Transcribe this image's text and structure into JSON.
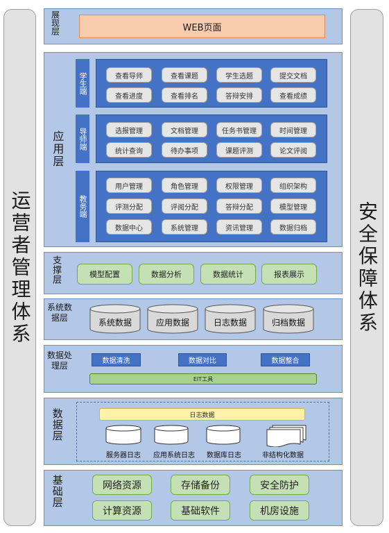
{
  "left_pillar": "运营者管理体系",
  "right_pillar": "安全保障体系",
  "presentation": {
    "label": "展现层",
    "web": "WEB页面"
  },
  "application": {
    "label": "应用层",
    "student": {
      "tag": "学生端",
      "items": [
        "查看导师",
        "查看课题",
        "学生选题",
        "提交文档",
        "查看进度",
        "查看排名",
        "答辩安排",
        "查看成绩"
      ]
    },
    "teacher": {
      "tag": "导师端",
      "items": [
        "选报管理",
        "文档管理",
        "任务书管理",
        "时间管理",
        "统计查询",
        "待办事项",
        "课题评测",
        "论文评阅"
      ]
    },
    "admin": {
      "tag": "教务端",
      "items": [
        "用户管理",
        "角色管理",
        "权限管理",
        "组织架构",
        "评测分配",
        "评阅分配",
        "答辩分配",
        "模型管理",
        "数据中心",
        "系统管理",
        "资讯管理",
        "数据归档"
      ]
    }
  },
  "support": {
    "label": "支撑层",
    "items": [
      "模型配置",
      "数据分析",
      "数据统计",
      "报表展示"
    ]
  },
  "system_data": {
    "label": "系统数据层",
    "items": [
      "系统数据",
      "应用数据",
      "日志数据",
      "归档数据"
    ]
  },
  "processing": {
    "label": "数据处理层",
    "chips": [
      "数据清洗",
      "数据对比",
      "数据整合"
    ],
    "etl": "EIT工具"
  },
  "data": {
    "label": "数据层",
    "log_bar": "日志数据",
    "items": [
      "服务器日志",
      "应用系统日志",
      "数据库日志",
      "非结构化数据"
    ]
  },
  "infra": {
    "label": "基础层",
    "items": [
      "网络资源",
      "存储备份",
      "安全防护",
      "计算资源",
      "基础软件",
      "机房设施"
    ]
  }
}
